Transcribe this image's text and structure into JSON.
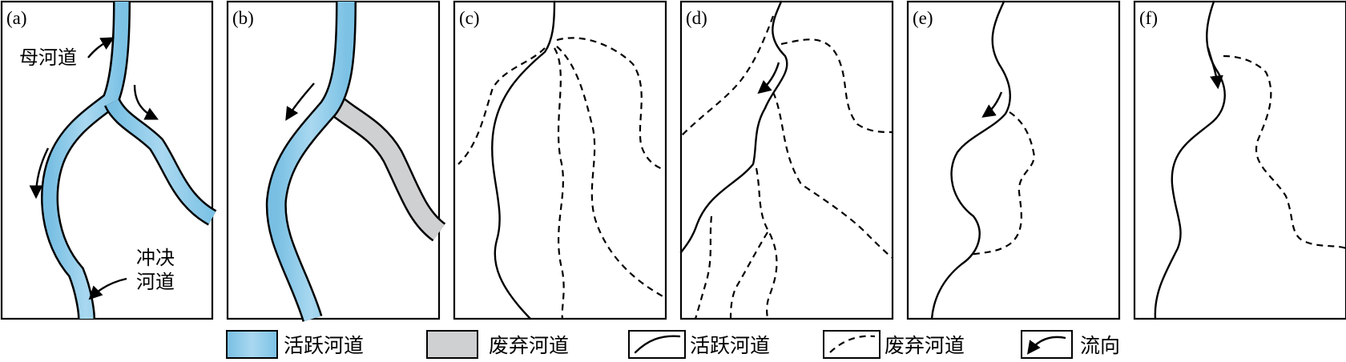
{
  "panels": [
    {
      "label": "(a)"
    },
    {
      "label": "(b)"
    },
    {
      "label": "(c)"
    },
    {
      "label": "(d)"
    },
    {
      "label": "(e)"
    },
    {
      "label": "(f)"
    }
  ],
  "annotations": {
    "parent_channel": "母河道",
    "avulsion_line1": "冲决",
    "avulsion_line2": "河道"
  },
  "legend": [
    {
      "label": "活跃河道",
      "symbol": "blue-filled-channel"
    },
    {
      "label": "废弃河道",
      "symbol": "gray-filled-channel"
    },
    {
      "label": "活跃河道",
      "symbol": "solid-line"
    },
    {
      "label": "废弃河道",
      "symbol": "dashed-line"
    },
    {
      "label": "流向",
      "symbol": "flow-arrow"
    }
  ],
  "colors": {
    "active_fill": "#8ccae8",
    "active_fill_light": "#bfe4f5",
    "abandoned_fill": "#cfd0d2",
    "line": "#000000"
  }
}
